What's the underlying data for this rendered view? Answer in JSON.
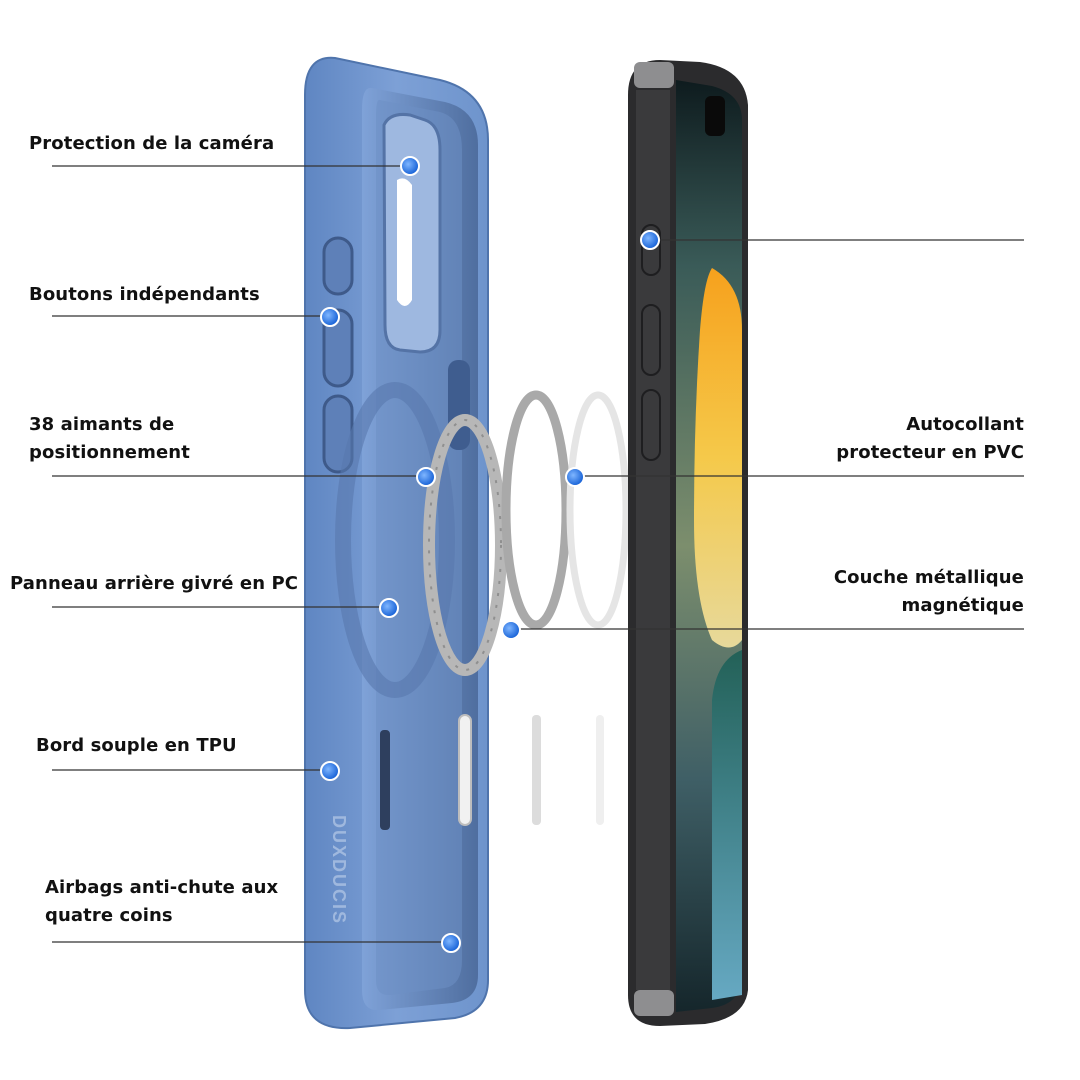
{
  "colors": {
    "case_blue": "#6E94CC",
    "case_inner": "#8DAEDD",
    "case_dark": "#4A6C9E",
    "phone_frame": "#2B2B2D",
    "marker_blue": "#1E73E6",
    "leader_line": "#333333"
  },
  "brand_mark": "DUXDUCIS",
  "labels_left": [
    {
      "id": "camera",
      "lines": [
        "Protection de la caméra"
      ]
    },
    {
      "id": "buttons",
      "lines": [
        "Boutons indépendants"
      ]
    },
    {
      "id": "magnets",
      "lines": [
        "38 aimants de",
        "positionnement"
      ]
    },
    {
      "id": "back",
      "lines": [
        "Panneau arrière givré en PC"
      ]
    },
    {
      "id": "edge",
      "lines": [
        "Bord souple en TPU"
      ]
    },
    {
      "id": "airbags",
      "lines": [
        "Airbags anti-chute aux",
        "quatre coins"
      ]
    }
  ],
  "labels_right": [
    {
      "id": "sticker",
      "lines": [
        "Autocollant",
        "protecteur en PVC"
      ]
    },
    {
      "id": "metal",
      "lines": [
        "Couche métallique",
        "magnétique"
      ]
    }
  ]
}
